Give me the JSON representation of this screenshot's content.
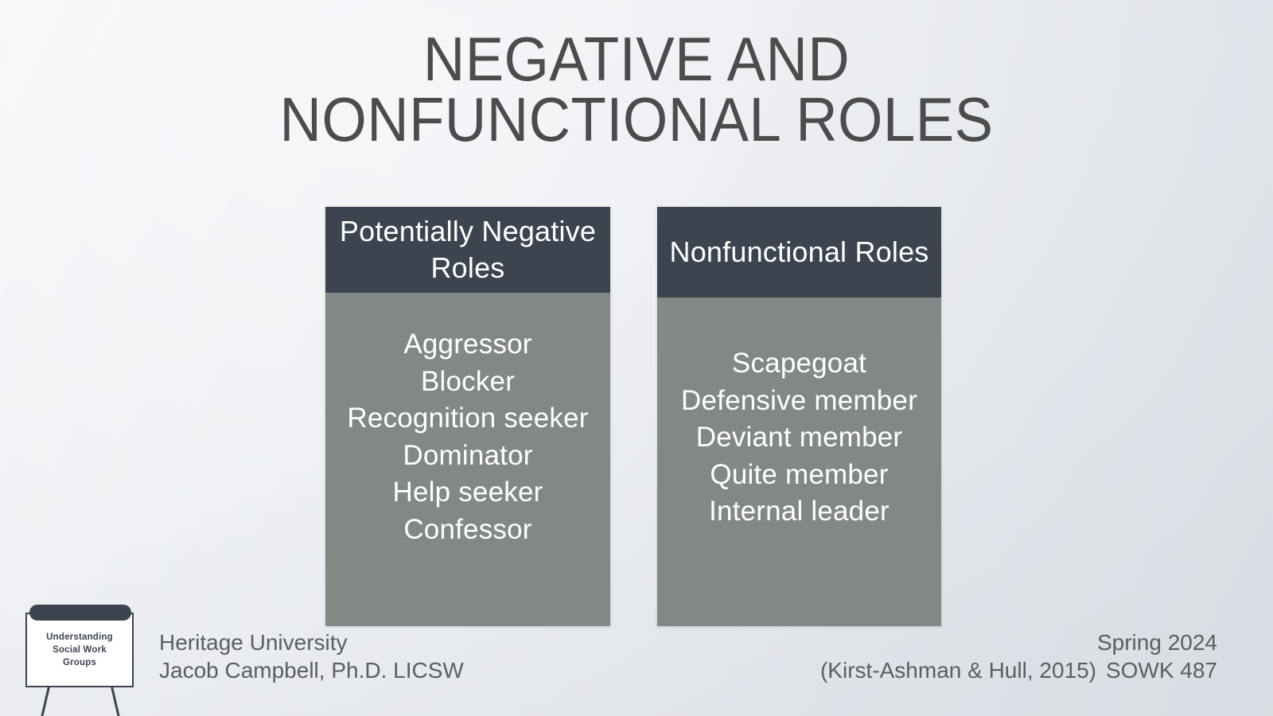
{
  "slide": {
    "title_lines": [
      "NEGATIVE AND",
      "NONFUNCTIONAL ROLES"
    ],
    "title_color": "#4c4c4c",
    "background_color": "#eceef2"
  },
  "boxes": [
    {
      "id": "potentially-negative-roles",
      "header": "Potentially Negative Roles",
      "header_color": "#3c4450",
      "body_color": "#828886",
      "text_color": "#ffffff",
      "items": [
        "Aggressor",
        "Blocker",
        "Recognition seeker",
        "Dominator",
        "Help seeker",
        "Confessor"
      ]
    },
    {
      "id": "nonfunctional-roles",
      "header": "Nonfunctional Roles",
      "header_color": "#3c4450",
      "body_color": "#828886",
      "text_color": "#ffffff",
      "items": [
        "Scapegoat",
        "Defensive member",
        "Deviant member",
        "Quite member",
        "Internal leader"
      ]
    }
  ],
  "footer": {
    "institution": "Heritage University",
    "presenter": "Jacob Campbell, Ph.D. LICSW",
    "term": "Spring 2024",
    "course": "SOWK 487",
    "citation": "(Kirst-Ashman & Hull, 2015)"
  },
  "logo": {
    "name": "flipchart-easel-logo",
    "caption_lines": [
      "Understanding",
      "Social Work",
      "Groups"
    ],
    "color": "#3c4450"
  }
}
